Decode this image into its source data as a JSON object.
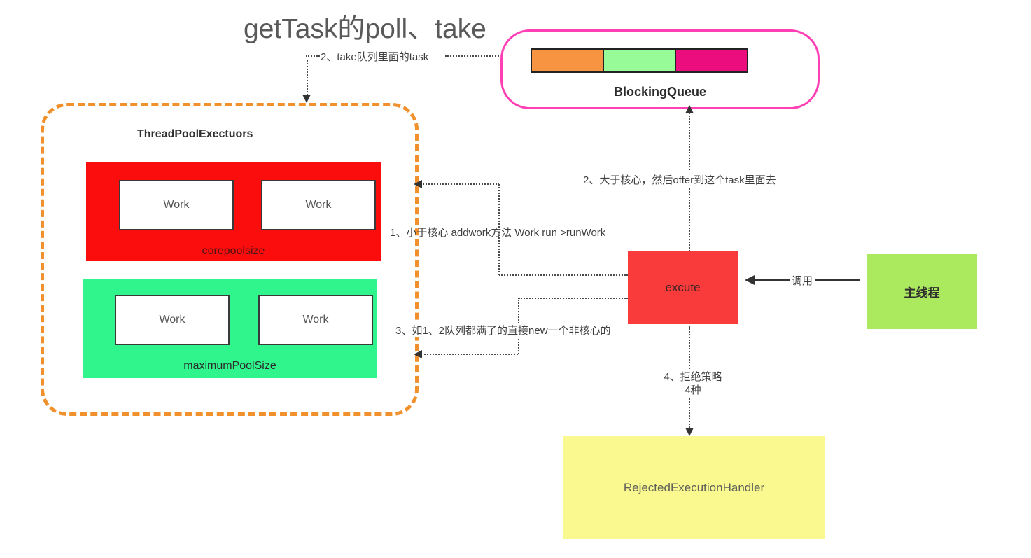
{
  "title": "getTask的poll、take",
  "annotations": {
    "take_note": "2、take队列里面的task",
    "step1": "1、小于核心 addwork方法 Work run >runWork",
    "step2": "2、大于核心，然后offer到这个task里面去",
    "step3": "3、如1、2队列都满了的直接new一个非核心的",
    "step4_line1": "4、拒绝策略",
    "step4_line2": "4种",
    "call_label": "调用"
  },
  "blocking_queue": {
    "title": "BlockingQueue",
    "border_color": "#FF40B5",
    "cells": [
      {
        "name": "slot-orange",
        "color": "#F79442"
      },
      {
        "name": "slot-green",
        "color": "#97FB97"
      },
      {
        "name": "slot-magenta",
        "color": "#EB0C7D"
      }
    ]
  },
  "thread_pool": {
    "title": "ThreadPoolExectuors",
    "border_color": "#F0912D",
    "core_pool": {
      "label": "corepoolsize",
      "fill_color": "#FC0D0D",
      "workers": [
        "Work",
        "Work"
      ]
    },
    "max_pool": {
      "label": "maximumPoolSize",
      "fill_color": "#30F58D",
      "workers": [
        "Work",
        "Work"
      ]
    }
  },
  "execute_box": {
    "label": "excute",
    "fill_color": "#F93B3B"
  },
  "main_thread_box": {
    "label": "主线程",
    "fill_color": "#ABEA5F"
  },
  "rejected_handler_box": {
    "label": "RejectedExecutionHandler",
    "fill_color": "#F9F98F"
  }
}
